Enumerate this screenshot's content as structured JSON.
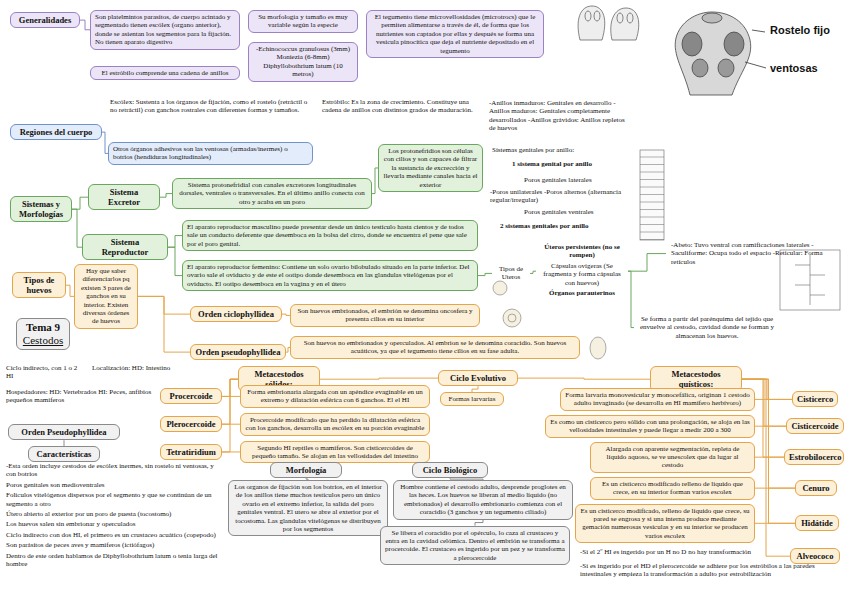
{
  "diagram": {
    "nodes": [
      {
        "text": [
          "Generalidades"
        ]
      },
      {
        "text": [
          "Son platelmintos parasitos, de cuerpo acintado y segmentado tienen escólex (organo anterior), donde se asientan los segmentos para la fijación. No tienen aparato digestivo"
        ]
      },
      {
        "text": [
          "El estróbilo comprende una cadena de anillos"
        ]
      },
      {
        "text": [
          "Su morfología y tamaño es muy variable según la especie"
        ]
      },
      {
        "text": [
          "-Echinococcus granulosus (3mm) Moniezia (6-8mm) Diphyllobothrium latum (10 metros)"
        ]
      },
      {
        "text": [
          "El tegumento tiene microvellosidades (microtrocs) que le permiten alimentarse a través de él, de forma que los nutrientes son captados por ellas y después se forma una vesícula pinocítica que deja el nutriente depositado en el tegumento"
        ]
      },
      {
        "text": [
          "Regiones del cuerpo"
        ]
      },
      {
        "text": [
          "Otros órganos adhesivos son las ventosas (armadas/inermes) o botrios (hendiduras longitudinales)"
        ]
      },
      {
        "text": [
          "-Anillos inmaduros: Genitales en desarrollo -Anillos maduros: Genitales completamente desarrollados -Anillos grávidos: Anillos repletos de huevos"
        ]
      },
      {
        "text": [
          "Sistemas y Morfologías"
        ]
      },
      {
        "text": [
          "Sistema Excretor"
        ]
      },
      {
        "text": [
          "Sistema protonefridial con canales excretores longitudinales dorsales, ventrales o transversales. En el último anillo conecta con otro y acaba en un poro"
        ]
      },
      {
        "text": [
          "Los protonefridios son células con cilios y son capaces de filtrar la sustancia de excrección y llevarla mediante canales hacia el exterior"
        ]
      },
      {
        "text": [
          "Sistema Reproductor"
        ]
      },
      {
        "text": [
          "El aparato reproductor masculino puede presentar desde un único testículo hasta cientos y de todos sale un conducto deferente que desemboca en la bolsa del cirro, donde se encuentra el pene que sale por el poro genital."
        ]
      },
      {
        "text": [
          "El aparato reproductor femenino: Contiene un solo ovario bilobulado situado en la parte inferior. Del ovario sale el oviducto y de este el ootipo donde desemboca en las glandulas vitelógenas por el oviducto. El ootipo desemboca en la vagina y en el útero"
        ]
      },
      {
        "text": [
          "Tipos de Uteros"
        ]
      },
      {
        "text": [
          "Úteros persistentes (no se rompen)",
          "Cápsulas ovígeras (Se fragmenta y forma cápsulas con huevos)",
          "Órganos parauterinos"
        ]
      },
      {
        "text": [
          "-Abeto: Tuvo ventral con ramificaciones laterales -Saculiforme: Ocupa todo el espacio -Reticular: Forma retículos"
        ]
      },
      {
        "text": [
          "Se forma a partir del parénquima del tejido que envuelve al cestodo, cavidad donde se forman y almacenan los huevos."
        ]
      },
      {
        "text": [
          "Tipos de huevos"
        ]
      },
      {
        "text": [
          "Hay que saber diferenciarlos pq existen 3 pares de ganchos en su interior. Existen diversas órdenes de huevos"
        ]
      },
      {
        "text": [
          "Orden ciclophyllidea"
        ]
      },
      {
        "text": [
          "Son huevos embrionados, el embrión se denomina oncosfera y presenta cilios en su interior"
        ]
      },
      {
        "text": [
          "Orden pseudophyllidea"
        ]
      },
      {
        "text": [
          "Son huevos no embrionados y operculados. Al embrion se le denomina coracidio. Son huevos acuáticos, ya que el tegumento tiene cilios en su fase adulta."
        ]
      },
      {
        "text": [
          "Tema 9",
          "Cestodos"
        ]
      },
      {
        "text": [
          "Orden Pseudophyllidea"
        ]
      },
      {
        "text": [
          "Características"
        ]
      },
      {
        "text": [
          "Ciclo Evolutivo"
        ]
      },
      {
        "text": [
          "Formas larvarias"
        ]
      },
      {
        "text": [
          "Metacestodos sólidos:"
        ]
      },
      {
        "text": [
          "Procercoide"
        ]
      },
      {
        "text": [
          "Forma embrionaria alargada con un apéndice evaginable en un extremo y dilatación esférica con 6 ganchos. El el HI"
        ]
      },
      {
        "text": [
          "Plerocercoide"
        ]
      },
      {
        "text": [
          "Procercoide modificado que ha perdido la dilatación esférica con los ganchos, desarrolla un escólex en su porción evaginable"
        ]
      },
      {
        "text": [
          "Tetratiridium"
        ]
      },
      {
        "text": [
          "Segundo HI reptiles o mamíferos. Son cisticercoides de pequeño tamaño. Se alojan en las vellosidades del intestino"
        ]
      },
      {
        "text": [
          "Metacestodos quísticos:"
        ]
      },
      {
        "text": [
          "Forma larvaria monovesicular y monocefálica, originan 1 cestodo adulto invaginado (se desarrolla en HI mamífero herbívoro)"
        ]
      },
      {
        "text": [
          "Cisticerco"
        ]
      },
      {
        "text": [
          "Es como un cisticerco pero sólido con una prolongación, se aloja en las vellosidades intestinales y puede llegar a medir 200 a 300"
        ]
      },
      {
        "text": [
          "Cisticercoide"
        ]
      },
      {
        "text": [
          "Alargada con aparente segmentación, repleta de líquido aquoso, se ve unescolex que da lugar al cestodo"
        ]
      },
      {
        "text": [
          "Estrobilocerco"
        ]
      },
      {
        "text": [
          "Es un cisticerco modificado relleno de líquido que crece, en su interior forman varios escolex"
        ]
      },
      {
        "text": [
          "Cenuro"
        ]
      },
      {
        "text": [
          "Es un cisticerco modificado, relleno de líquido que crece, su pared se engrosa y si una interna produce mediante gemación numerosas vesículas y en su interior se producen varios escolex"
        ]
      },
      {
        "text": [
          "Hidátide"
        ]
      },
      {
        "text": [
          "Alveococo"
        ]
      },
      {
        "text": [
          "Morfología"
        ]
      },
      {
        "text": [
          "Los organos de fijación son los botrios, en el interior de los anillos tiene muchos testículos pero un único ovario en el extremo inferior, la salida del poro genitales ventral. El utero se abre al exterior por el tocostoma. Las glandulas vitelógenas se distribuyen por los segmentos"
        ]
      },
      {
        "text": [
          "Ciclo Biológico"
        ]
      },
      {
        "text": [
          "Hombre contiene el cestodo adulto, desprende proglotes en las heces. Los huevos se liberan al medio líquido (no embrionados) el desarrollo embrionario comienza con el coracidio (3 ganchos y un tegumento ciliado)"
        ]
      },
      {
        "text": [
          "Se libera el coracidio por el opérculo, lo caza al crustaceo y entra en la cavidad celómica. Dentro el embrión se transforma a procercoide. El crustaceo es ingerido por un pez y se transforma a plerocercoide"
        ]
      }
    ],
    "edges": [
      {
        "from": 0,
        "to": 1,
        "arrow": "none"
      },
      {
        "from": 6,
        "to": 7,
        "arrow": "none"
      },
      {
        "from": 9,
        "to": 10,
        "arrow": "none"
      },
      {
        "from": 9,
        "to": 13,
        "arrow": "none"
      },
      {
        "from": 10,
        "to": 11,
        "arrow": "none"
      },
      {
        "from": 11,
        "to": 12,
        "arrow": "none"
      },
      {
        "from": 13,
        "to": 14,
        "arrow": "none"
      },
      {
        "from": 13,
        "to": 15,
        "arrow": "none"
      },
      {
        "from": 15,
        "to": 16,
        "arrow": "none"
      },
      {
        "from": 16,
        "to": 17,
        "arrow": "none"
      },
      {
        "from": 17,
        "to": 18,
        "arrow": "none"
      },
      {
        "from": 17,
        "to": 19,
        "arrow": "none"
      },
      {
        "from": 20,
        "to": 21,
        "arrow": "none"
      },
      {
        "from": 21,
        "to": 22,
        "arrow": "none"
      },
      {
        "from": 21,
        "to": 24,
        "arrow": "none"
      },
      {
        "from": 22,
        "to": 23,
        "arrow": "none"
      },
      {
        "from": 24,
        "to": 25,
        "arrow": "none"
      },
      {
        "from": 27,
        "to": 28,
        "arrow": "none"
      },
      {
        "from": 29,
        "to": 30,
        "arrow": "none"
      },
      {
        "from": 29,
        "to": 31,
        "arrow": "none"
      },
      {
        "from": 29,
        "to": 38,
        "arrow": "none"
      },
      {
        "from": 31,
        "to": 32,
        "arrow": "none"
      },
      {
        "from": 31,
        "to": 34,
        "arrow": "none"
      },
      {
        "from": 31,
        "to": 36,
        "arrow": "none"
      },
      {
        "from": 32,
        "to": 33,
        "arrow": "none"
      },
      {
        "from": 34,
        "to": 35,
        "arrow": "none"
      },
      {
        "from": 36,
        "to": 37,
        "arrow": "none"
      },
      {
        "from": 38,
        "to": 40,
        "arrow": "none"
      },
      {
        "from": 38,
        "to": 42,
        "arrow": "none"
      },
      {
        "from": 38,
        "to": 44,
        "arrow": "none"
      },
      {
        "from": 38,
        "to": 46,
        "arrow": "none"
      },
      {
        "from": 38,
        "to": 48,
        "arrow": "none"
      },
      {
        "from": 38,
        "to": 49,
        "arrow": "none"
      },
      {
        "from": 39,
        "to": 40,
        "arrow": "none"
      },
      {
        "from": 41,
        "to": 42,
        "arrow": "none"
      },
      {
        "from": 43,
        "to": 44,
        "arrow": "none"
      },
      {
        "from": 45,
        "to": 46,
        "arrow": "none"
      },
      {
        "from": 47,
        "to": 48,
        "arrow": "none"
      },
      {
        "from": 50,
        "to": 51,
        "arrow": "none"
      },
      {
        "from": 52,
        "to": 53,
        "arrow": "none"
      },
      {
        "from": 53,
        "to": 54,
        "arrow": "none"
      }
    ],
    "labels": [
      "Rostelo fijo",
      "ventosas",
      "Escólex: Sustenta a los órganos de fijación, como el rostelo (retráctil o no retráctil) con ganchos rostrales con diferentes formas y tamaños.",
      "Estróbilo: Es la zona de crecimiento. Constituye una cadena de anillos con distintos grados de maduración.",
      "Sistemas genitales por anillo:",
      "1 sistema genital por anillo",
      "Poros genitales laterales",
      "-Poros unilaterales -Poros alternos (alternancia regular/irregular)",
      "Poros genitales ventrales",
      "2 sistemas genitales por anillo",
      "Ciclo indirecto, con 1 o 2 HI",
      "Localización: HD: Intestino",
      "Hospedadores: HD: Vertebrados HI: Peces, anfibios pequeños mamíferos",
      "-Esta orden incluye cestodos de escólex inermes, sin rostelo ni ventosas, y con botrios",
      "Poros genitales son medioventrales",
      "Folículos vitelógenos dispersos por el segmento y que se continúan de un segmento a otro",
      "Útero abierto al exterior por un poro de puesta (tocostomo)",
      "Los huevos salen sin embrionar y operculados",
      "Ciclo indirecto con dos HI, el primero es un crustaceo acuático (copepodo)",
      "Son parásitos de peces aves y mamíferos (ictiófagos)",
      "Dentro de este orden hablamos de Diphyllobothrium latum o tenia larga del hombre",
      "-Si el 2º HI es ingerido por un H no D no hay transformación",
      "-Si es ingerido por el HD el plerocercoide se adhiere por los estróbilos a las paredes intestinales y empieza la transformación a adulto por estrobilización"
    ]
  }
}
